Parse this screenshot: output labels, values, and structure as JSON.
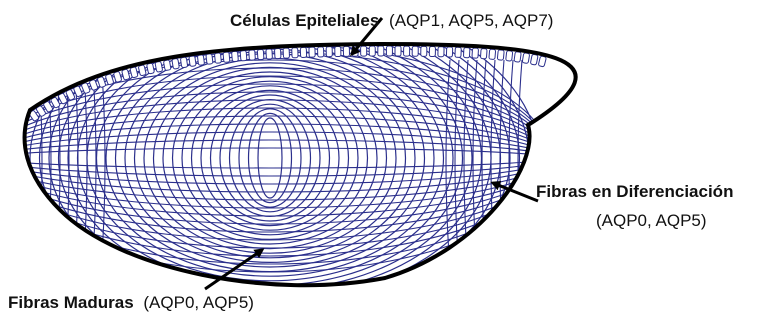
{
  "diagram": {
    "colors": {
      "fiber_line": "#2b2f8c",
      "outline": "#000000",
      "arrow": "#000000",
      "text": "#111111",
      "background": "#ffffff"
    },
    "labels": {
      "epithelial": {
        "name": "Células Epiteliales",
        "detail": "(AQP1, AQP5, AQP7)"
      },
      "differentiating": {
        "name": "Fibras en Diferenciación",
        "detail": "(AQP0, AQP5)"
      },
      "mature": {
        "name": "Fibras Maduras",
        "detail": "(AQP0, AQP5)"
      }
    }
  }
}
